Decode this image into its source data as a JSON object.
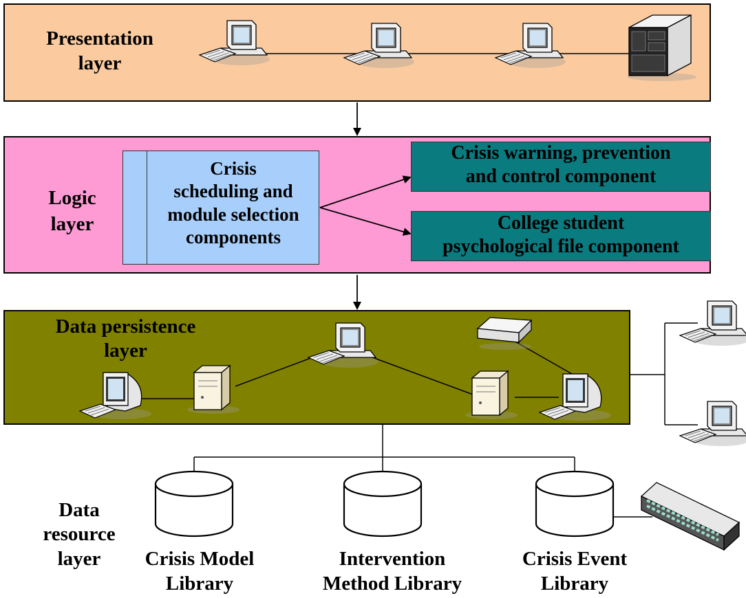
{
  "presentation": {
    "label": [
      "Presentation",
      "layer"
    ],
    "fill": "#fbcb9f"
  },
  "logic": {
    "label": [
      "Logic",
      "layer"
    ],
    "fill": "#fe9bd4",
    "scheduler": [
      "Crisis",
      "scheduling and",
      "module selection",
      "components"
    ],
    "scheduler_fill": "#a8cffb",
    "warning": [
      "Crisis warning, prevention",
      "and control component"
    ],
    "file": [
      "College student",
      "psychological file component"
    ],
    "component_fill": "#0a7b7f"
  },
  "persistence": {
    "label": [
      "Data persistence",
      "layer"
    ],
    "fill": "#818100"
  },
  "resource": {
    "label": [
      "Data",
      "resource",
      "layer"
    ],
    "libraries": [
      {
        "name": [
          "Crisis Model",
          "Library"
        ]
      },
      {
        "name": [
          "Intervention",
          "Method Library"
        ]
      },
      {
        "name": [
          "Crisis Event",
          "Library"
        ]
      }
    ]
  },
  "icons": [
    "desktop-computer-icon",
    "server-tower-icon",
    "crt-monitor-icon",
    "network-device-icon",
    "network-switch-icon",
    "database-cylinder-icon"
  ]
}
